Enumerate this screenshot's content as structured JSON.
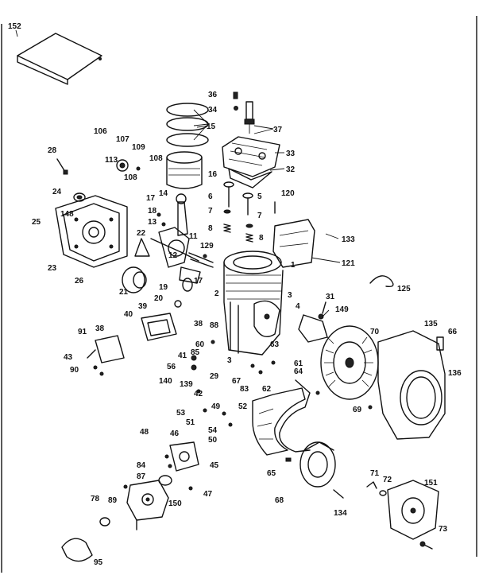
{
  "diagram": {
    "callouts": [
      {
        "id": "c152",
        "text": "152"
      },
      {
        "id": "c36",
        "text": "36"
      },
      {
        "id": "c34",
        "text": "34"
      },
      {
        "id": "c15",
        "text": "15"
      },
      {
        "id": "c37",
        "text": "37"
      },
      {
        "id": "c33",
        "text": "33"
      },
      {
        "id": "c32",
        "text": "32"
      },
      {
        "id": "c106a",
        "text": "106"
      },
      {
        "id": "c107",
        "text": "107"
      },
      {
        "id": "c109",
        "text": "109"
      },
      {
        "id": "c28",
        "text": "28"
      },
      {
        "id": "c113",
        "text": "113"
      },
      {
        "id": "c108a",
        "text": "108"
      },
      {
        "id": "c108b",
        "text": "108"
      },
      {
        "id": "c16",
        "text": "16"
      },
      {
        "id": "c14",
        "text": "14"
      },
      {
        "id": "c6",
        "text": "6"
      },
      {
        "id": "c5",
        "text": "5"
      },
      {
        "id": "c120",
        "text": "120"
      },
      {
        "id": "c24",
        "text": "24"
      },
      {
        "id": "c17a",
        "text": "17"
      },
      {
        "id": "c7a",
        "text": "7"
      },
      {
        "id": "c7b",
        "text": "7"
      },
      {
        "id": "c18",
        "text": "18"
      },
      {
        "id": "c148",
        "text": "148"
      },
      {
        "id": "c13",
        "text": "13"
      },
      {
        "id": "c8a",
        "text": "8"
      },
      {
        "id": "c8b",
        "text": "8"
      },
      {
        "id": "c25",
        "text": "25"
      },
      {
        "id": "c22",
        "text": "22"
      },
      {
        "id": "c11",
        "text": "11"
      },
      {
        "id": "c133",
        "text": "133"
      },
      {
        "id": "c129",
        "text": "129"
      },
      {
        "id": "c23",
        "text": "23"
      },
      {
        "id": "c12",
        "text": "12"
      },
      {
        "id": "c121",
        "text": "121"
      },
      {
        "id": "c26",
        "text": "26"
      },
      {
        "id": "c17b",
        "text": "17"
      },
      {
        "id": "c1",
        "text": "1"
      },
      {
        "id": "c21",
        "text": "21"
      },
      {
        "id": "c19",
        "text": "19"
      },
      {
        "id": "c125",
        "text": "125"
      },
      {
        "id": "c2",
        "text": "2"
      },
      {
        "id": "c3a",
        "text": "3"
      },
      {
        "id": "c20",
        "text": "20"
      },
      {
        "id": "c31",
        "text": "31"
      },
      {
        "id": "c39",
        "text": "39"
      },
      {
        "id": "c4",
        "text": "4"
      },
      {
        "id": "c149",
        "text": "149"
      },
      {
        "id": "c40",
        "text": "40"
      },
      {
        "id": "c38a",
        "text": "38"
      },
      {
        "id": "c38b",
        "text": "38"
      },
      {
        "id": "c88",
        "text": "88"
      },
      {
        "id": "c91",
        "text": "91"
      },
      {
        "id": "c135",
        "text": "135"
      },
      {
        "id": "c66",
        "text": "66"
      },
      {
        "id": "c70",
        "text": "70"
      },
      {
        "id": "c60",
        "text": "60"
      },
      {
        "id": "c63",
        "text": "63"
      },
      {
        "id": "c43",
        "text": "43"
      },
      {
        "id": "c41",
        "text": "41"
      },
      {
        "id": "c85",
        "text": "85"
      },
      {
        "id": "c3b",
        "text": "3"
      },
      {
        "id": "c61",
        "text": "61"
      },
      {
        "id": "c64",
        "text": "64"
      },
      {
        "id": "c136",
        "text": "136"
      },
      {
        "id": "c90",
        "text": "90"
      },
      {
        "id": "c56",
        "text": "56"
      },
      {
        "id": "c29",
        "text": "29"
      },
      {
        "id": "c67",
        "text": "67"
      },
      {
        "id": "c83",
        "text": "83"
      },
      {
        "id": "c62",
        "text": "62"
      },
      {
        "id": "c140",
        "text": "140"
      },
      {
        "id": "c139",
        "text": "139"
      },
      {
        "id": "c42",
        "text": "42"
      },
      {
        "id": "c53",
        "text": "53"
      },
      {
        "id": "c49",
        "text": "49"
      },
      {
        "id": "c52",
        "text": "52"
      },
      {
        "id": "c69",
        "text": "69"
      },
      {
        "id": "c51",
        "text": "51"
      },
      {
        "id": "c54",
        "text": "54"
      },
      {
        "id": "c50",
        "text": "50"
      },
      {
        "id": "c48",
        "text": "48"
      },
      {
        "id": "c46",
        "text": "46"
      },
      {
        "id": "c84",
        "text": "84"
      },
      {
        "id": "c45",
        "text": "45"
      },
      {
        "id": "c65",
        "text": "65"
      },
      {
        "id": "c87",
        "text": "87"
      },
      {
        "id": "c71",
        "text": "71"
      },
      {
        "id": "c72",
        "text": "72"
      },
      {
        "id": "c151",
        "text": "151"
      },
      {
        "id": "c47",
        "text": "47"
      },
      {
        "id": "c78",
        "text": "78"
      },
      {
        "id": "c89",
        "text": "89"
      },
      {
        "id": "c150",
        "text": "150"
      },
      {
        "id": "c68",
        "text": "68"
      },
      {
        "id": "c134",
        "text": "134"
      },
      {
        "id": "c73",
        "text": "73"
      },
      {
        "id": "c95",
        "text": "95"
      }
    ]
  }
}
